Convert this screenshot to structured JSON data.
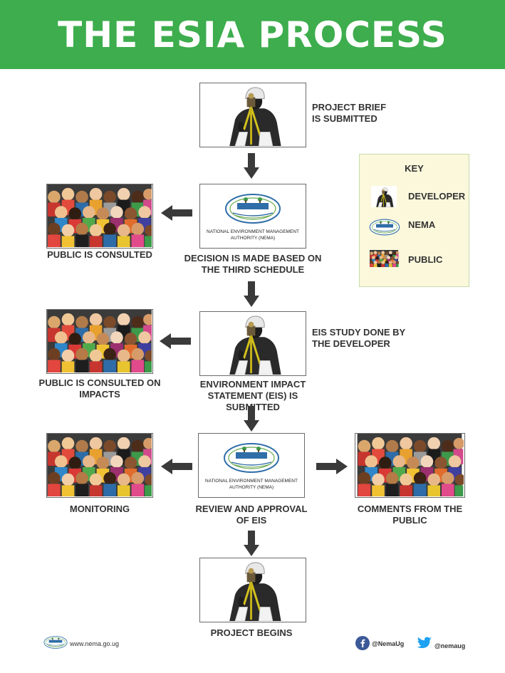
{
  "title": "THE ESIA PROCESS",
  "nema_logo_text": "NEMA",
  "nema_caption": "NATIONAL ENVIRONMENT MANAGEMENT AUTHORITY (NEMA)",
  "steps": {
    "project_brief": "PROJECT BRIEF IS SUBMITTED",
    "decision": "DECISION IS MADE BASED ON THE THIRD SCHEDULE",
    "public_consulted": "PUBLIC IS CONSULTED",
    "eis_study": "EIS STUDY DONE BY THE DEVELOPER",
    "eis_submitted": "ENVIRONMENT IMPACT STATEMENT (EIS) IS SUBMITTED",
    "public_impacts": "PUBLIC IS CONSULTED ON IMPACTS",
    "review": "REVIEW AND APPROVAL OF EIS",
    "monitoring": "MONITORING",
    "comments": "COMMENTS FROM THE PUBLIC",
    "begins": "PROJECT BEGINS"
  },
  "key": {
    "title": "KEY",
    "developer": "DEVELOPER",
    "nema": "NEMA",
    "public": "PUBLIC"
  },
  "footer": {
    "url": "www.nema.go.ug",
    "facebook": "@NemaUg",
    "twitter": "@nemaug"
  },
  "colors": {
    "banner": "#3dad4d",
    "arrow": "#3a3a3a",
    "key_bg": "#fbf8dc",
    "facebook": "#3b5998",
    "twitter": "#1da1f2"
  }
}
